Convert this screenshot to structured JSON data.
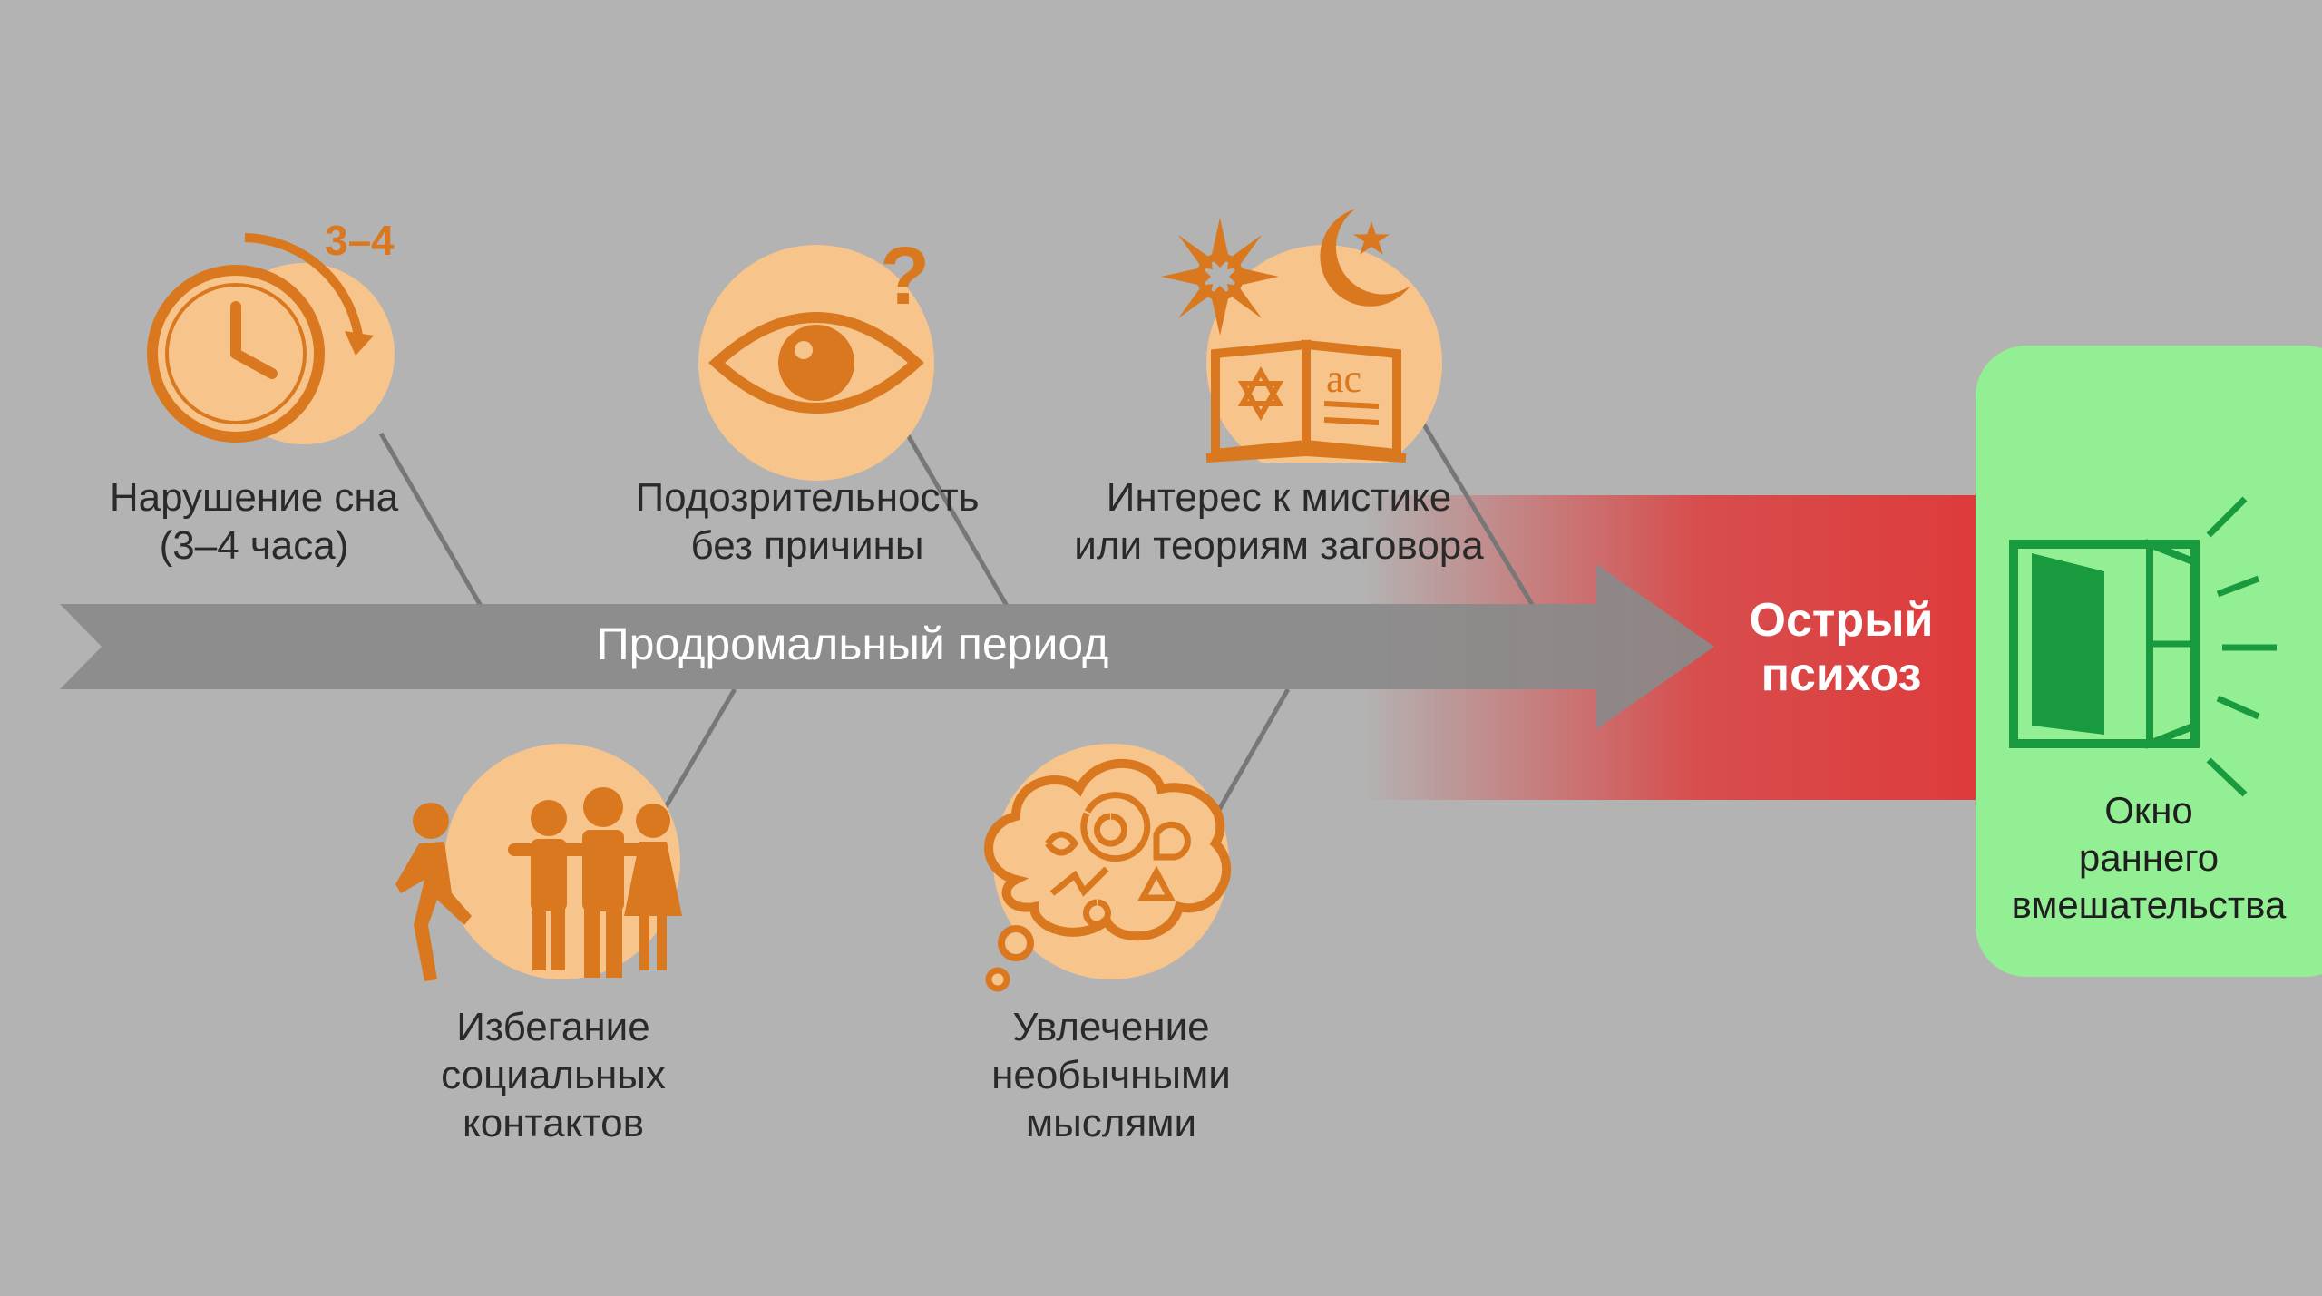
{
  "diagram": {
    "arrow_label": "Продромальный период",
    "end_state_label": "Острый\nпсихоз",
    "intervention": {
      "label": "Окно\nраннего\nвмешательства",
      "icon": "open-door-icon"
    },
    "symptoms": [
      {
        "id": "sleep",
        "label": "Нарушение сна\n(3–4 часа)",
        "icon": "clock-icon",
        "icon_text": "3–4"
      },
      {
        "id": "suspicion",
        "label": "Подозрительность\nбез причины",
        "icon": "eye-question-icon"
      },
      {
        "id": "mysticism",
        "label": "Интерес к мистике\nили теориям заговора",
        "icon": "mystic-book-icon"
      },
      {
        "id": "avoidance",
        "label": "Избегание\nсоциальных\nконтактов",
        "icon": "people-avoidance-icon"
      },
      {
        "id": "thoughts",
        "label": "Увлечение\nнеобычными\nмыслями",
        "icon": "thought-cloud-icon"
      }
    ],
    "colors": {
      "background": "#b3b3b3",
      "arrow": "#8a8a8a",
      "icon": "#d9781e",
      "icon_circle": "#f7c48c",
      "psychosis": "#de3b3b",
      "intervention_panel": "#93ef93",
      "door": "#1a9a3e"
    }
  }
}
